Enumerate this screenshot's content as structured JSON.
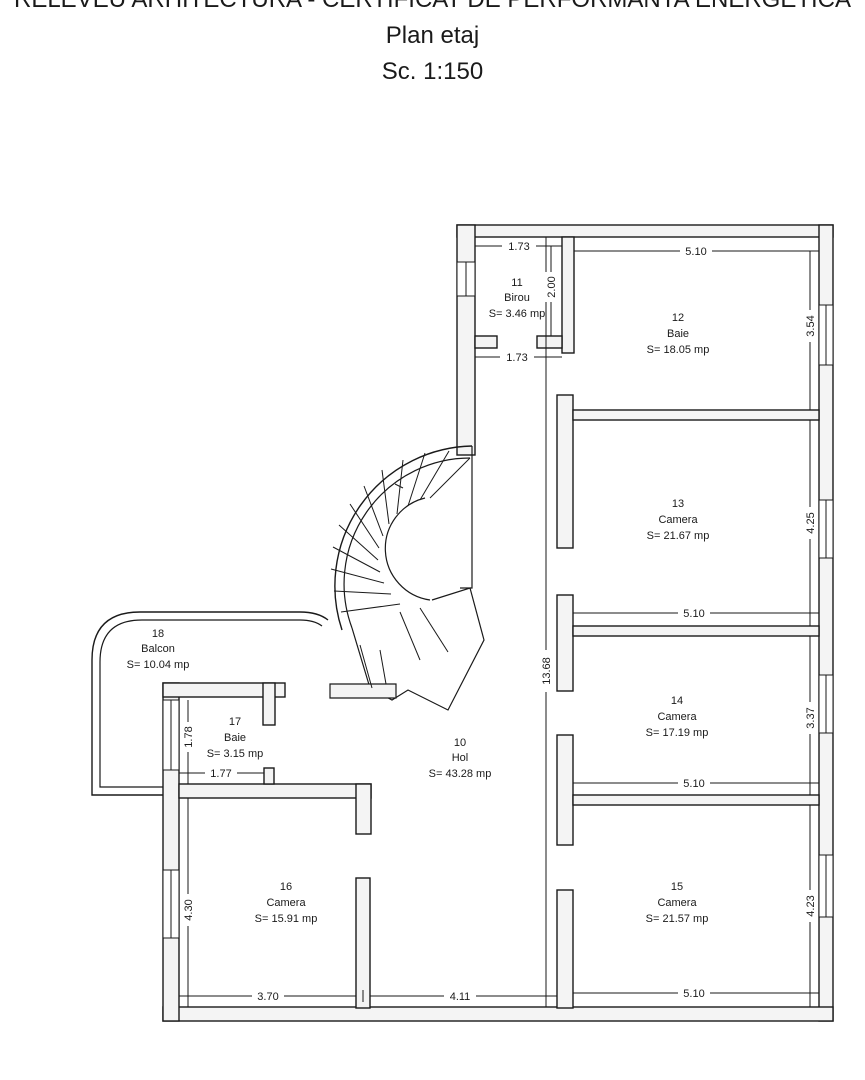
{
  "header": {
    "title_partial": "RELEVEU ARHITECTURA - CERTIFICAT DE PERFORMANTA ENERGETICA",
    "plan": "Plan etaj",
    "scale": "Sc. 1:150"
  },
  "rooms": [
    {
      "num": "10",
      "name": "Hol",
      "area": "S= 43.28 mp"
    },
    {
      "num": "11",
      "name": "Birou",
      "area": "S= 3.46 mp"
    },
    {
      "num": "12",
      "name": "Baie",
      "area": "S= 18.05 mp"
    },
    {
      "num": "13",
      "name": "Camera",
      "area": "S= 21.67 mp"
    },
    {
      "num": "14",
      "name": "Camera",
      "area": "S= 17.19 mp"
    },
    {
      "num": "15",
      "name": "Camera",
      "area": "S= 21.57 mp"
    },
    {
      "num": "16",
      "name": "Camera",
      "area": "S= 15.91 mp"
    },
    {
      "num": "17",
      "name": "Baie",
      "area": "S= 3.15 mp"
    },
    {
      "num": "18",
      "name": "Balcon",
      "area": "S= 10.04 mp"
    }
  ],
  "dimensions": {
    "birou_top": "1.73",
    "birou_side": "2.00",
    "birou_bottom": "1.73",
    "r12_top": "5.10",
    "r12_side": "3.54",
    "r13_side": "4.25",
    "r14_top": "5.10",
    "r14_side": "3.37",
    "r15_top": "5.10",
    "r15_side": "4.23",
    "hall_length": "13.68",
    "baie17_side": "1.78",
    "baie17_bottom": "1.77",
    "r16_side": "4.30",
    "bottom_left": "3.70",
    "bottom_mid": "4.11",
    "bottom_right": "5.10"
  }
}
